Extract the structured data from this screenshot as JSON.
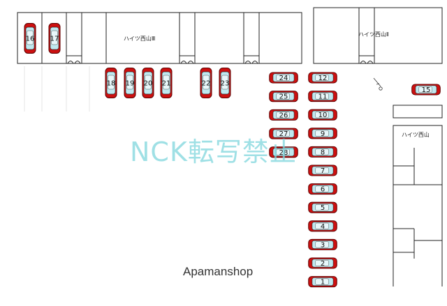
{
  "buildings": {
    "heights_3": "ハイツ西山Ⅲ",
    "heights_2": "ハイツ西山Ⅱ",
    "heights_1": "ハイツ西山"
  },
  "spaces": {
    "top_left": [
      "16",
      "17"
    ],
    "middle_row": [
      "18",
      "19",
      "20",
      "21",
      "22",
      "23"
    ],
    "left_column": [
      "24",
      "25",
      "26",
      "27",
      "28"
    ],
    "right_column": [
      "12",
      "11",
      "10",
      "9",
      "8",
      "7",
      "6",
      "5",
      "4",
      "3",
      "2",
      "1"
    ],
    "east": [
      "15"
    ]
  },
  "watermark": "NCK転写禁止",
  "credit": "Apamanshop",
  "colors": {
    "car_red": "#cc1010",
    "window_cyan": "#bfe9f0",
    "line": "#222222",
    "watermark": "#7fd6dd"
  }
}
